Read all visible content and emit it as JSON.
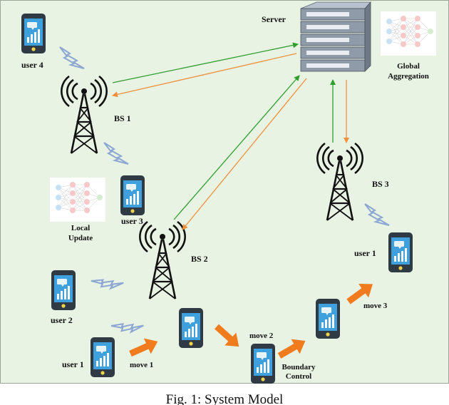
{
  "labels": {
    "server": "Server",
    "global_aggregation_1": "Global",
    "global_aggregation_2": "Aggregation",
    "local_update_1": "Local",
    "local_update_2": "Update",
    "bs1": "BS 1",
    "bs2": "BS 2",
    "bs3": "BS 3",
    "user1": "user 1",
    "user1_dest": "user 1",
    "user2": "user 2",
    "user3": "user 3",
    "user4": "user 4",
    "move1": "move 1",
    "move2": "move 2",
    "move3": "move 3",
    "boundary_control_1": "Boundary",
    "boundary_control_2": "Control"
  },
  "caption": "Fig. 1: System Model",
  "colors": {
    "uplink": "#2e9e2e",
    "downlink": "#f0903a",
    "move_arrow": "#f07c1e",
    "phone_body": "#2f3a45",
    "phone_screen": "#3ea0dc",
    "lightning": "#8ca7d2",
    "background": "#e8f3e4"
  }
}
